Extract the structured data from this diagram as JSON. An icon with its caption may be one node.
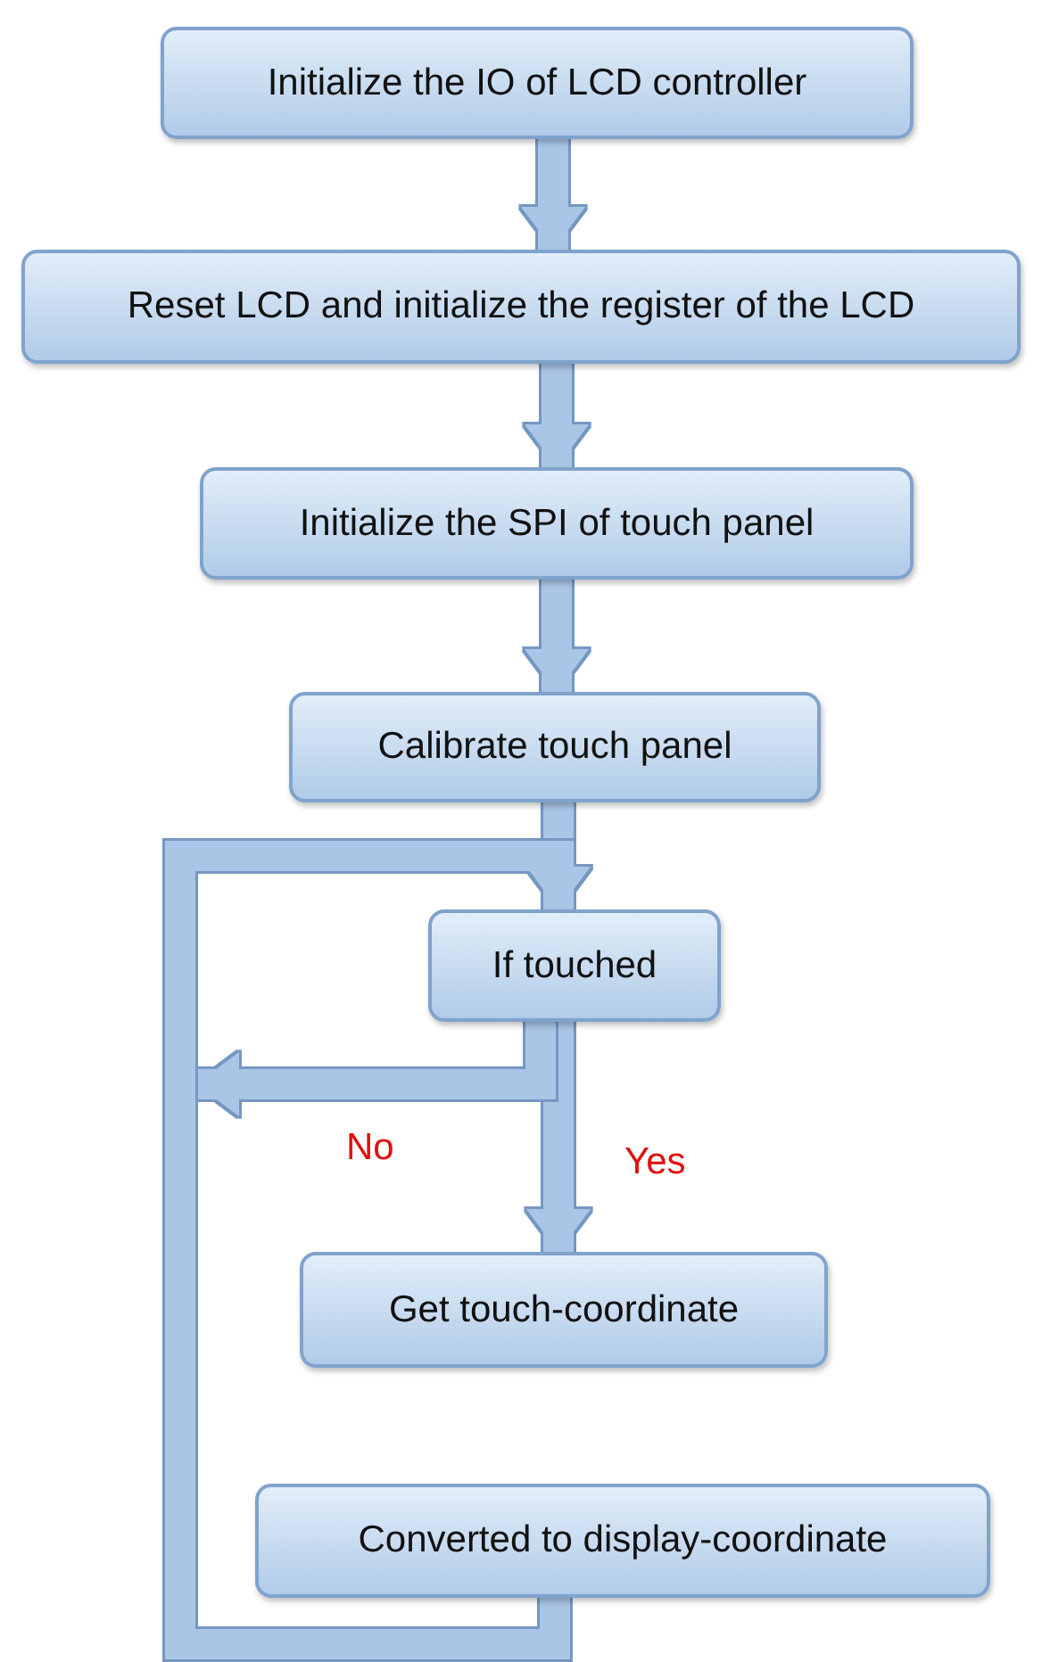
{
  "diagram": {
    "nodes": [
      {
        "text": [
          "Initialize the IO of LCD controller"
        ]
      },
      {
        "text": [
          "Reset LCD and initialize the register of the LCD"
        ]
      },
      {
        "text": [
          "Initialize the SPI of touch panel"
        ]
      },
      {
        "text": [
          "Calibrate touch panel"
        ]
      },
      {
        "text": [
          "If touched"
        ]
      },
      {
        "text": [
          "Get touch-coordinate"
        ]
      },
      {
        "text": [
          "Converted to display-coordinate"
        ]
      }
    ],
    "edges": [
      {
        "from": 0,
        "to": 1,
        "arrow": "to"
      },
      {
        "from": 1,
        "to": 2,
        "arrow": "to"
      },
      {
        "from": 2,
        "to": 3,
        "arrow": "to"
      },
      {
        "from": 3,
        "to": 4,
        "arrow": "to"
      },
      {
        "from": 4,
        "to": 5,
        "arrow": "to",
        "label": "Yes"
      },
      {
        "from": 4,
        "to": null,
        "arrow": "to",
        "label": "No"
      },
      {
        "from": 6,
        "to": 4,
        "arrow": "to"
      }
    ]
  }
}
